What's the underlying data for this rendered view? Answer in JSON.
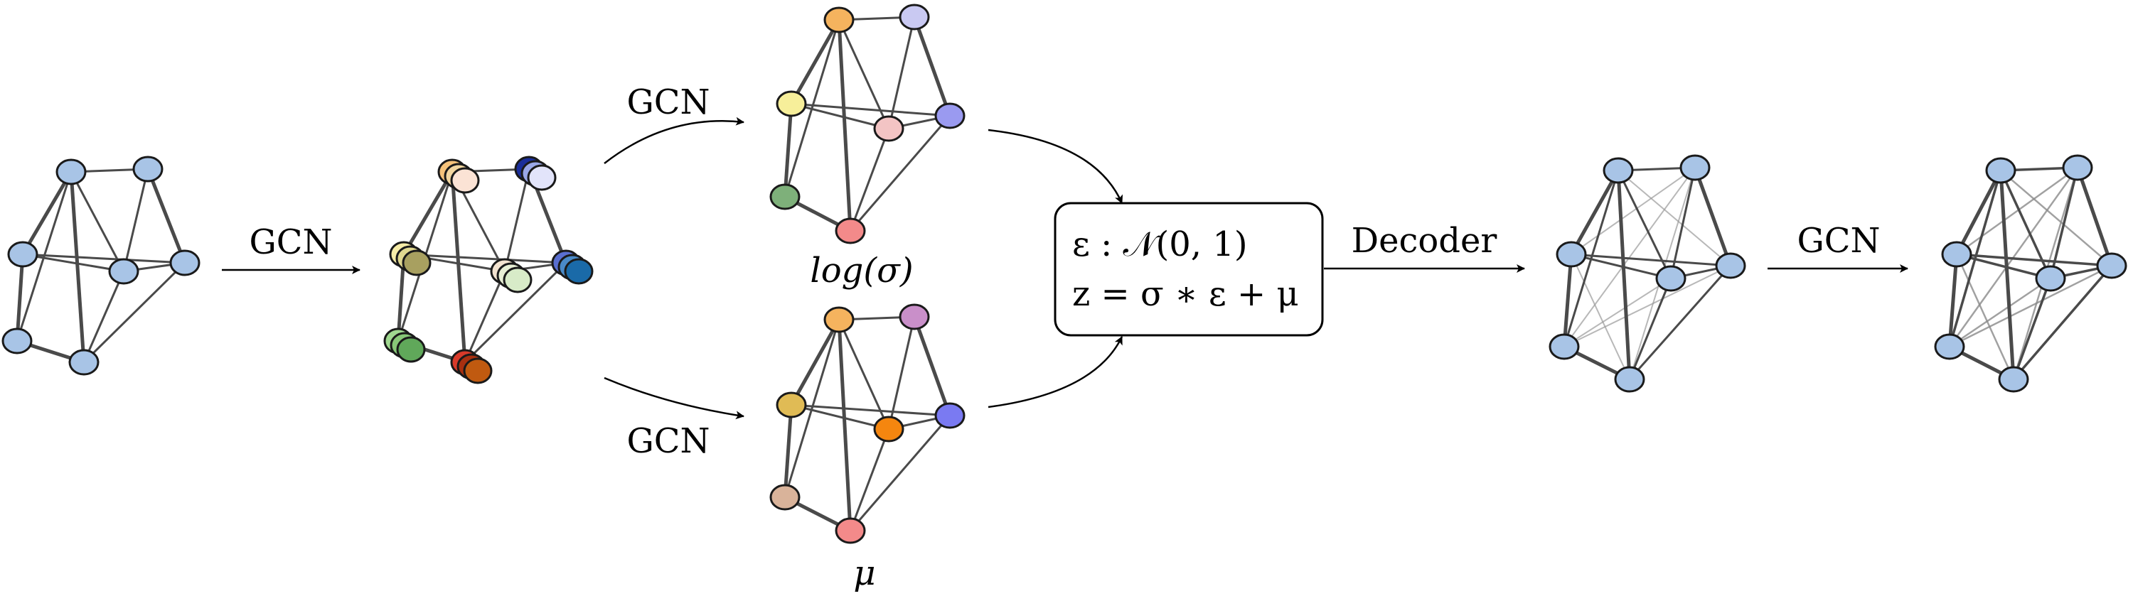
{
  "labels": {
    "gcn_first": "GCN",
    "gcn_top": "GCN",
    "gcn_bottom": "GCN",
    "log_sigma": "log(σ)",
    "mu": "μ",
    "eps_line": "ε : 𝒩(0, 1)",
    "z_line": "z = σ ∗ ε + μ",
    "decoder": "Decoder",
    "gcn_last": "GCN"
  },
  "colors": {
    "node_default": "#a8c4e6",
    "node_stroke": "#1a1a1a",
    "edge": "#4a4a4a",
    "arrow": "#000000"
  },
  "graph": {
    "node_count": 7,
    "edges": [
      [
        0,
        1
      ],
      [
        0,
        2
      ],
      [
        0,
        3
      ],
      [
        0,
        5
      ],
      [
        0,
        6
      ],
      [
        1,
        3
      ],
      [
        1,
        4
      ],
      [
        2,
        3
      ],
      [
        2,
        4
      ],
      [
        2,
        5
      ],
      [
        3,
        4
      ],
      [
        3,
        6
      ],
      [
        4,
        6
      ],
      [
        5,
        6
      ]
    ],
    "thick_edges": [
      [
        0,
        2
      ],
      [
        1,
        4
      ],
      [
        5,
        6
      ],
      [
        0,
        6
      ],
      [
        2,
        5
      ]
    ],
    "extra_edges_decoded": [
      [
        0,
        4
      ],
      [
        1,
        2
      ],
      [
        1,
        5
      ],
      [
        1,
        6
      ],
      [
        2,
        6
      ],
      [
        4,
        5
      ],
      [
        3,
        5
      ]
    ],
    "log_sigma_colors": [
      "#f5b35e",
      "#c9c9f2",
      "#f7ef9a",
      "#f3c4c4",
      "#9a9af0",
      "#7eb07a",
      "#f38a8a"
    ],
    "mu_colors": [
      "#f5b35e",
      "#c98fc9",
      "#e0bb55",
      "#f5860f",
      "#7a7af2",
      "#d9b39a",
      "#f38a8a"
    ],
    "embedding_stacks": [
      [
        "#f5c27a",
        "#f2d6a0",
        "#fbe3d5"
      ],
      [
        "#1a2e9a",
        "#9aa8e8",
        "#e2e4fa"
      ],
      [
        "#f7eda8",
        "#e0d890",
        "#a8a060"
      ],
      [
        "#f3e3d0",
        "#e8efd5",
        "#d8ebc8"
      ],
      [
        "#5a6fd0",
        "#4a8ac8",
        "#1a6aa8"
      ],
      [
        "#a0d890",
        "#88c878",
        "#60a85a"
      ],
      [
        "#d83a2a",
        "#a83010",
        "#c05a10"
      ]
    ]
  }
}
